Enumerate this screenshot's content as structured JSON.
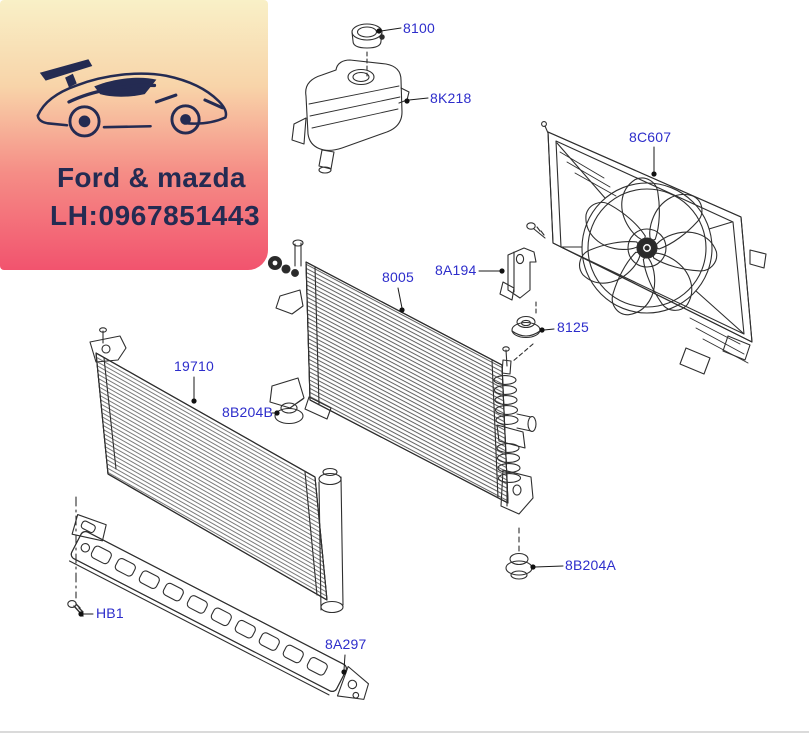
{
  "page": {
    "type": "exploded-parts-diagram",
    "subject": "Engine cooling system parts diagram",
    "background": "#ffffff"
  },
  "logo": {
    "brand": "Ford & mazda",
    "phone": "LH:0967851443",
    "icon": "sports-car-outline-icon",
    "ink_color": "#242b52",
    "gradient_top": "#f9f0c7",
    "gradient_mid": "#f7b496",
    "gradient_bottom": "#f2536e"
  },
  "labels": {
    "color": "#2d2dcb",
    "cap": "8100",
    "tank": "8K218",
    "fan": "8C607",
    "radiator": "8005",
    "bracket": "8A194",
    "grommet_upper": "8125",
    "condenser": "19710",
    "grommet_left": "8B204B",
    "grommet_lower": "8B204A",
    "bolt": "HB1",
    "deflector": "8A297"
  },
  "line_art": {
    "stroke_color": "#2f2f2f",
    "leader_dot_color": "#111111"
  }
}
